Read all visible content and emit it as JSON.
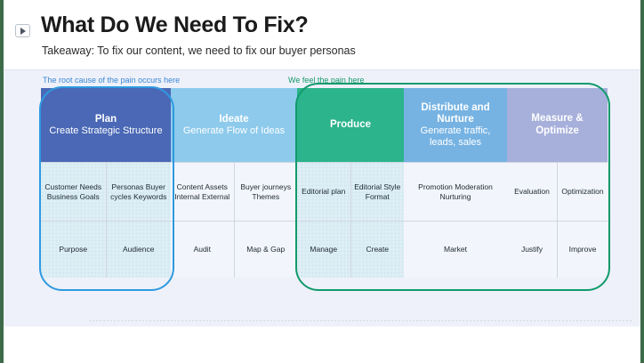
{
  "header": {
    "icon": "slide-play-icon",
    "title": "What Do We Need To Fix?",
    "subtitle": "Takeaway: To fix our content, we need to fix our buyer personas"
  },
  "annotations": {
    "left": {
      "text": "The root cause of the pain occurs here",
      "color": "#3a86d4"
    },
    "right": {
      "text": "We feel the pain here",
      "color": "#179a6e"
    }
  },
  "callouts": {
    "blue": {
      "label": "root-cause-callout",
      "color": "#2e9ae0"
    },
    "green": {
      "label": "pain-felt-callout",
      "color": "#109a6b"
    }
  },
  "matrix": {
    "groups": [
      {
        "id": "plan",
        "title": "Plan",
        "sub": "Create Strategic Structure",
        "color": "#4a68b5",
        "width": 146,
        "subcolumns": [
          {
            "mid": "Customer Needs Business Goals",
            "bot": "Purpose",
            "highlight": true
          },
          {
            "mid": "Personas Buyer cycles Keywords",
            "bot": "Audience",
            "highlight": true
          }
        ]
      },
      {
        "id": "ideate",
        "title": "Ideate",
        "sub": "Generate Flow of Ideas",
        "color": "#8dcaec",
        "width": 142,
        "subcolumns": [
          {
            "mid": "Content Assets Internal External",
            "bot": "Audit",
            "highlight": false
          },
          {
            "mid": "Buyer journeys Themes",
            "bot": "Map & Gap",
            "highlight": false
          }
        ]
      },
      {
        "id": "produce",
        "title": "Produce",
        "sub": "",
        "color": "#2cb48c",
        "width": 120,
        "subcolumns": [
          {
            "mid": "Editorial plan",
            "bot": "Manage",
            "highlight": true
          },
          {
            "mid": "Editorial Style Format",
            "bot": "Create",
            "highlight": true
          }
        ]
      },
      {
        "id": "distribute",
        "title": "Distribute and Nurture",
        "sub": "Generate traffic, leads, sales",
        "color": "#76b3e3",
        "width": 116,
        "subcolumns": [
          {
            "mid": "Promotion Moderation Nurturing",
            "bot": "Market",
            "highlight": false
          }
        ]
      },
      {
        "id": "measure",
        "title": "Measure & Optimize",
        "sub": "",
        "color": "#a7b0db",
        "width": 113,
        "subcolumns": [
          {
            "mid": "Evaluation",
            "bot": "Justify",
            "highlight": false
          },
          {
            "mid": "Optimization",
            "bot": "Improve",
            "highlight": false
          }
        ]
      }
    ]
  }
}
